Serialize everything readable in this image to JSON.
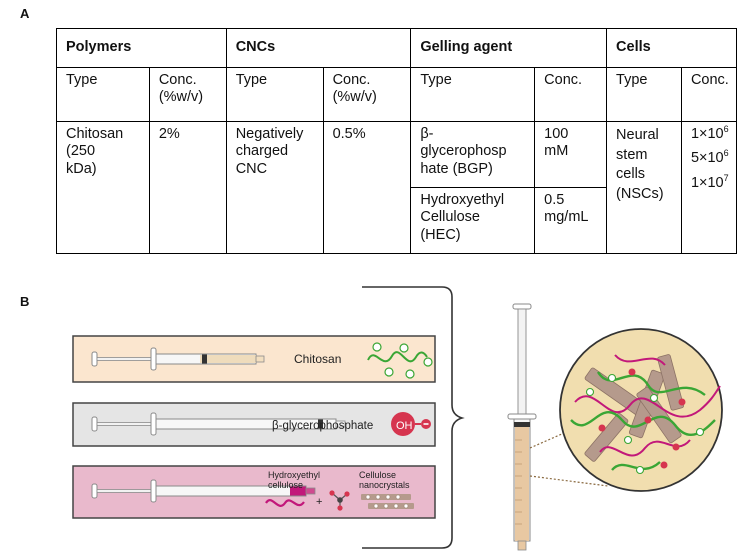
{
  "panel_a": {
    "letter": "A",
    "groups": [
      {
        "title": "Polymers",
        "type_label": "Type",
        "conc_label": "Conc.\n(%w/v)"
      },
      {
        "title": "CNCs",
        "type_label": "Type",
        "conc_label": "Conc.\n(%w/v)"
      },
      {
        "title": "Gelling agent",
        "type_label": "Type",
        "conc_label": "Conc."
      },
      {
        "title": "Cells",
        "type_label": "Type",
        "conc_label": "Conc."
      }
    ],
    "polymer_type": "Chitosan\n(250\nkDa)",
    "polymer_conc": "2%",
    "cnc_type": "Negatively\ncharged\nCNC",
    "cnc_conc": "0.5%",
    "gel_rows": [
      {
        "type": "β-\nglycerophosp\nhate (BGP)",
        "conc": "100\nmM"
      },
      {
        "type": "Hydroxyethyl\nCellulose\n(HEC)",
        "conc": "0.5\nmg/mL"
      }
    ],
    "cell_type": "Neural\nstem\ncells\n(NSCs)",
    "cell_concs": [
      {
        "base": "1×10",
        "exp": "6"
      },
      {
        "base": "5×10",
        "exp": "6"
      },
      {
        "base": "1×10",
        "exp": "7"
      }
    ]
  },
  "panel_b": {
    "letter": "B",
    "syringe_labels": {
      "chitosan": "Chitosan",
      "bgp": "β-glycerophosphate",
      "oh": "OH",
      "hec": "Hydroxyethyl\ncellulose",
      "plus": "+",
      "cnc": "Cellulose\nnanocrystals"
    },
    "colors": {
      "chitosan_bg": "#fbe6cf",
      "bgp_bg": "#e5e5e5",
      "hec_bg": "#e9b9cc",
      "green": "#3aa635",
      "magenta": "#c2187a",
      "oh_red": "#d6354f",
      "gel_fill": "#f1deaf",
      "rod": "#b59a8c"
    }
  }
}
